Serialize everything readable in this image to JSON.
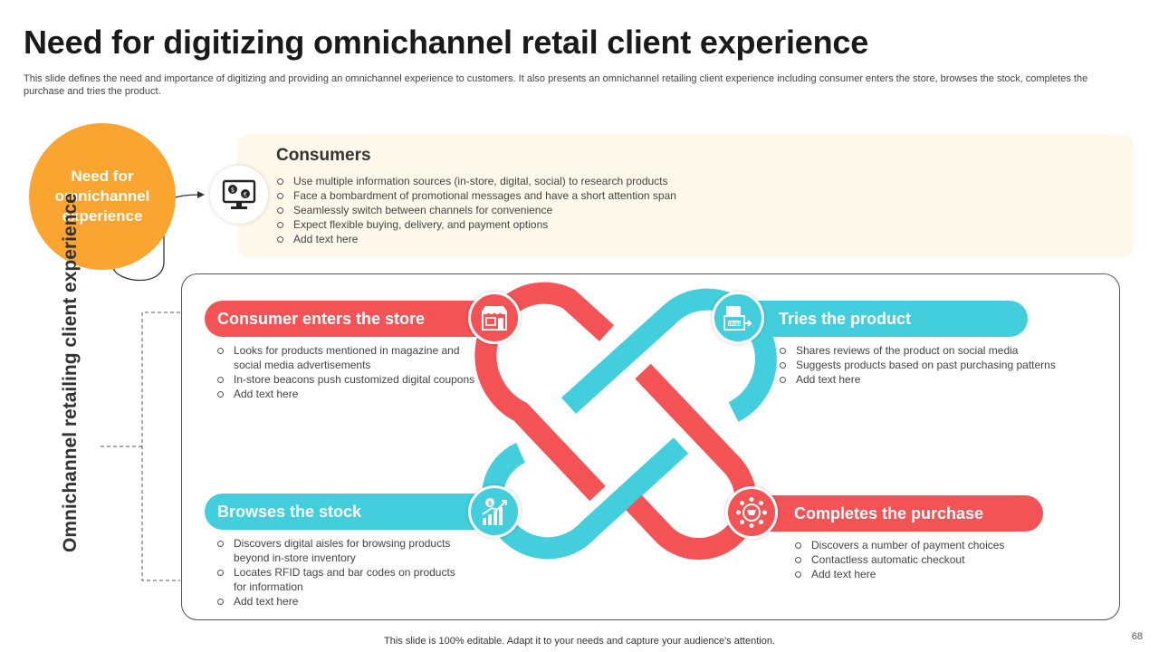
{
  "title": "Need for digitizing omnichannel retail client experience",
  "subtitle": "This slide defines the need and importance of digitizing and providing an omnichannel experience to customers. It also presents an omnichannel retailing client experience including consumer enters the store, browses the stock, completes the purchase and tries the product.",
  "need": {
    "label": "Need for omnichannel experience"
  },
  "consumers": {
    "title": "Consumers",
    "items": [
      "Use multiple information sources (in-store, digital, social) to research products",
      "Face a bombardment of promotional messages and have a short attention span",
      "Seamlessly switch between channels for convenience",
      "Expect flexible buying, delivery, and payment options",
      "Add text here"
    ]
  },
  "experience_label": "Omnichannel retailing client experience",
  "steps": {
    "enters": {
      "title": "Consumer enters the store",
      "items": [
        "Looks for products mentioned in magazine and social media advertisements",
        "In-store beacons push customized digital coupons",
        "Add text here"
      ]
    },
    "tries": {
      "title": "Tries the product",
      "items": [
        "Shares reviews of the product on social media",
        "Suggests products based on past purchasing patterns",
        "Add text here"
      ]
    },
    "browses": {
      "title": "Browses the stock",
      "items": [
        "Discovers digital aisles for browsing products beyond in-store inventory",
        "Locates RFID tags and bar codes on products for information",
        "Add text here"
      ]
    },
    "completes": {
      "title": "Completes the purchase",
      "items": [
        "Discovers a number of payment choices",
        "Contactless automatic checkout",
        "Add text here"
      ]
    }
  },
  "icons": {
    "consumer": "monitor-money-icon",
    "enters": "store-icon",
    "tries": "trial-box-icon",
    "browses": "growth-chart-icon",
    "completes": "shopping-network-icon"
  },
  "trial_tag": "TRIAL",
  "colors": {
    "orange": "#f9a52f",
    "red": "#f45356",
    "blue": "#43cedd",
    "cream": "#fdf8ea"
  },
  "footer": "This slide is 100% editable. Adapt it to your needs and capture your audience's attention.",
  "page_number": "68"
}
